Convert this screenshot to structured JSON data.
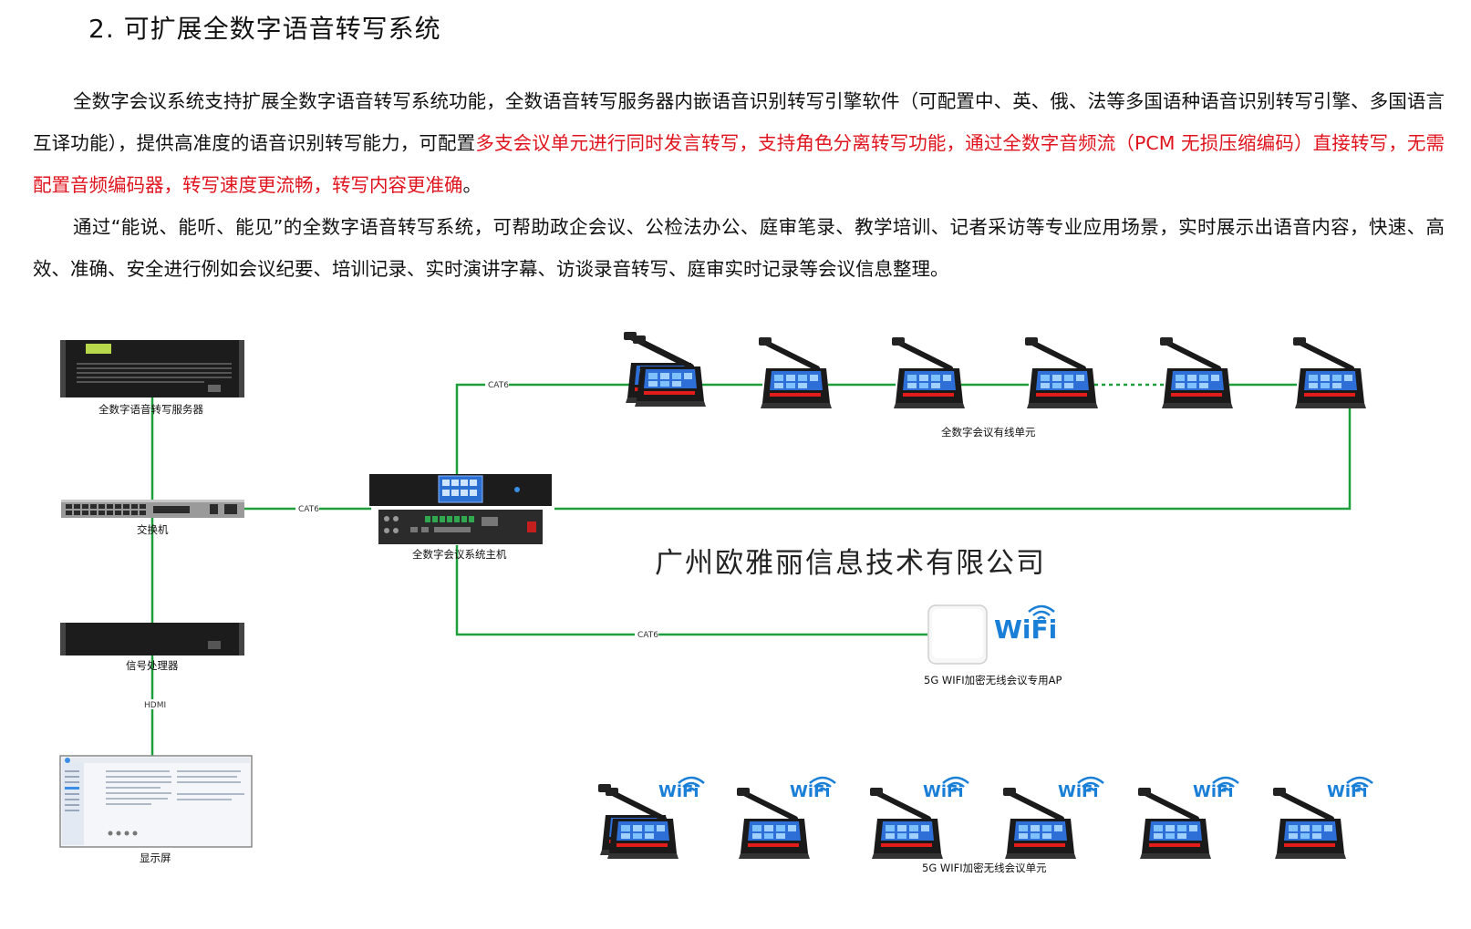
{
  "heading": "2. 可扩展全数字语音转写系统",
  "paragraph1": {
    "normal": "全数字会议系统支持扩展全数字语音转写系统功能，全数语音转写服务器内嵌语音识别转写引擎软件（可配置中、英、俄、法等多国语种语音识别转写引擎、多国语言互译功能），提供高准度的语音识别转写能力，可配置",
    "highlight": "多支会议单元进行同时发言转写，支持角色分离转写功能，通过全数字音频流（PCM 无损压缩编码）直接转写，无需配置音频编码器，转写速度更流畅，转写内容更准确",
    "tail": "。"
  },
  "paragraph2": "通过“能说、能听、能见”的全数字语音转写系统，可帮助政企会议、公检法办公、庭审笔录、教学培训、记者采访等专业应用场景，实时展示出语音内容，快速、高效、准确、安全进行例如会议纪要、培训记录、实时演讲字幕、访谈录音转写、庭审实时记录等会议信息整理。",
  "diagram": {
    "labels": {
      "server": "全数字语音转写服务器",
      "switch": "交换机",
      "processor": "信号处理器",
      "display": "显示屏",
      "host": "全数字会议系统主机",
      "wired_units": "全数字会议有线单元",
      "ap": "5G WIFI加密无线会议专用AP",
      "wireless_units": "5G WIFI加密无线会议单元"
    },
    "links": {
      "cat6_top": "CAT6",
      "cat6_switch": "CAT6",
      "cat6_ap": "CAT6",
      "hdmi": "HDMI"
    },
    "wifi_text": "WiFi",
    "company": "广州欧雅丽信息技术有限公司"
  },
  "colors": {
    "line": "#1f9e3c",
    "highlight_text": "#e0141e",
    "device_dark": "#1c1c1c",
    "wifi_blue": "#1a7fd6",
    "screen_blue": "#2d6fd6"
  }
}
